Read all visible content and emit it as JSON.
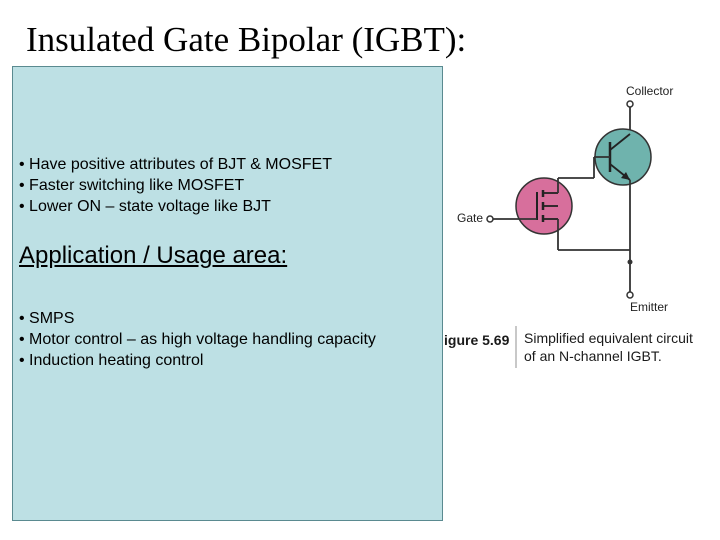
{
  "slide": {
    "title": "Insulated Gate Bipolar (IGBT):"
  },
  "text_box": {
    "features": [
      "• Have positive attributes of BJT & MOSFET",
      "• Faster switching like MOSFET",
      "• Lower ON – state voltage like BJT"
    ],
    "section_heading": "Application / Usage area:",
    "applications": [
      "• SMPS",
      "• Motor control – as high voltage handling capacity",
      "• Induction heating control"
    ]
  },
  "figure": {
    "collector_label": "Collector",
    "gate_label": "Gate",
    "emitter_label": "Emitter",
    "caption_number": "igure 5.69",
    "caption_line1": "Simplified equivalent circuit",
    "caption_line2": "of an N-channel IGBT.",
    "colors": {
      "bjt_circle": "#6fb3ad",
      "mosfet_circle": "#d76f9c",
      "text_box_bg": "#bde0e4"
    }
  }
}
